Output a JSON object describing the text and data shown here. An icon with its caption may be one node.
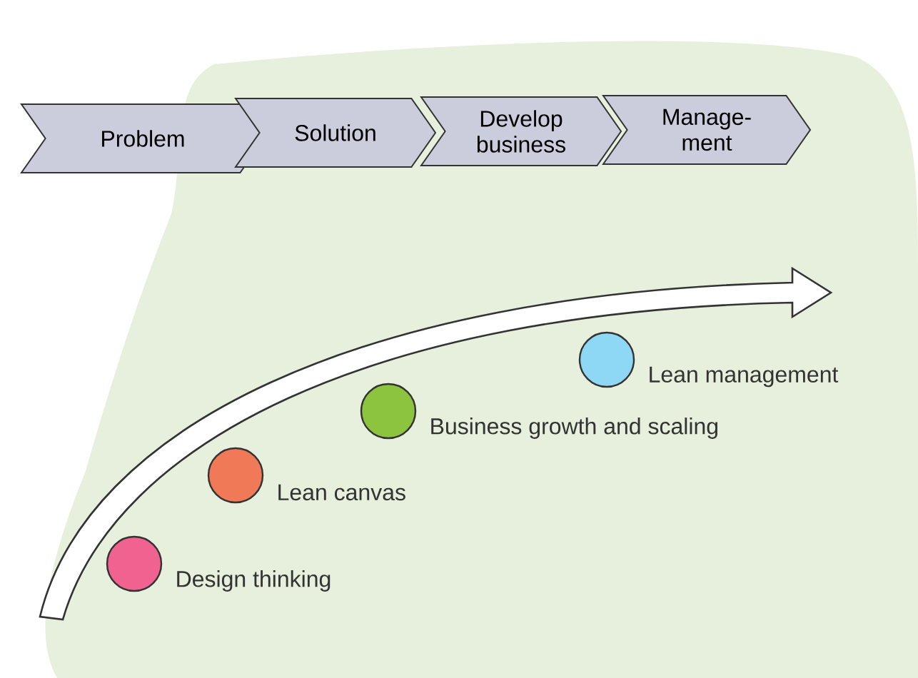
{
  "diagram": {
    "nodes": [
      {
        "text": [
          "Problem"
        ]
      },
      {
        "text": [
          "Solution"
        ]
      },
      {
        "text": [
          "Develop business"
        ]
      },
      {
        "text": [
          "Manage- ment"
        ]
      },
      {
        "text": [],
        "shape": "circle",
        "beside": [
          "Design thinking"
        ]
      },
      {
        "text": [],
        "shape": "circle",
        "beside": [
          "Lean canvas"
        ]
      },
      {
        "text": [],
        "shape": "circle",
        "beside": [
          "Business growth and scaling"
        ]
      },
      {
        "text": [],
        "shape": "circle",
        "beside": [
          "Lean management"
        ]
      }
    ]
  }
}
